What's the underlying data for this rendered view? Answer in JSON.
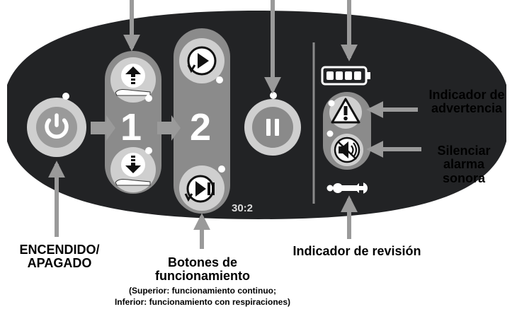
{
  "colors": {
    "panel": "#222325",
    "pill": "#8b8b8b",
    "button": "#cfcfcf",
    "arrow": "#9a9a9a",
    "led": "#ffffff"
  },
  "panel": {
    "step_one": "1",
    "step_two": "2",
    "ratio": "30:2",
    "icons": [
      "power-icon",
      "arrow-up-icon",
      "arrow-down-icon",
      "play-continuous-icon",
      "play-pause-breaths-icon",
      "pause-icon",
      "battery-icon",
      "warning-icon",
      "mute-icon",
      "wrench-icon"
    ]
  },
  "callouts": {
    "power": "ENCENDIDO/\nAPAGADO",
    "operation_title": "Botones de\nfuncionamiento",
    "operation_detail": "(Superior: funcionamiento continuo;\nInferior: funcionamiento con respiraciones)",
    "service": "Indicador de revisión",
    "warning": "Indicador de\nadvertencia",
    "mute": "Silenciar\nalarma\nsonora"
  }
}
